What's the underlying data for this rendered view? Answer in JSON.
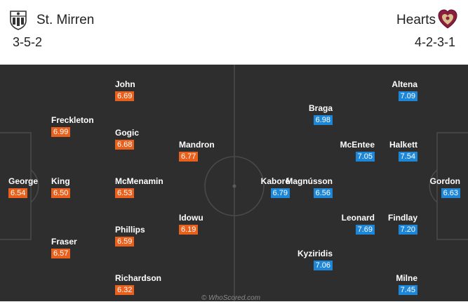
{
  "home": {
    "name": "St. Mirren",
    "formation": "3-5-2",
    "crest_icon": "st-mirren-crest-icon",
    "rating_color": "#e8601c",
    "players": [
      {
        "name": "George",
        "rating": "6.54"
      },
      {
        "name": "Freckleton",
        "rating": "6.99"
      },
      {
        "name": "King",
        "rating": "6.50"
      },
      {
        "name": "Fraser",
        "rating": "6.57"
      },
      {
        "name": "John",
        "rating": "6.69"
      },
      {
        "name": "Gogic",
        "rating": "6.68"
      },
      {
        "name": "McMenamin",
        "rating": "6.53"
      },
      {
        "name": "Phillips",
        "rating": "6.59"
      },
      {
        "name": "Richardson",
        "rating": "6.32"
      },
      {
        "name": "Mandron",
        "rating": "6.77"
      },
      {
        "name": "Idowu",
        "rating": "6.19"
      }
    ]
  },
  "away": {
    "name": "Hearts",
    "formation": "4-2-3-1",
    "crest_icon": "hearts-crest-icon",
    "rating_color": "#1e86d6",
    "players": [
      {
        "name": "Gordon",
        "rating": "6.63"
      },
      {
        "name": "Altena",
        "rating": "7.09"
      },
      {
        "name": "Halkett",
        "rating": "7.54"
      },
      {
        "name": "Findlay",
        "rating": "7.20"
      },
      {
        "name": "Milne",
        "rating": "7.45"
      },
      {
        "name": "McEntee",
        "rating": "7.05"
      },
      {
        "name": "Leonard",
        "rating": "7.69"
      },
      {
        "name": "Braga",
        "rating": "6.98"
      },
      {
        "name": "Magnússon",
        "rating": "6.56"
      },
      {
        "name": "Kyziridis",
        "rating": "7.06"
      },
      {
        "name": "Kaboré",
        "rating": "6.79"
      }
    ]
  },
  "watermark": "© WhoScored.com"
}
